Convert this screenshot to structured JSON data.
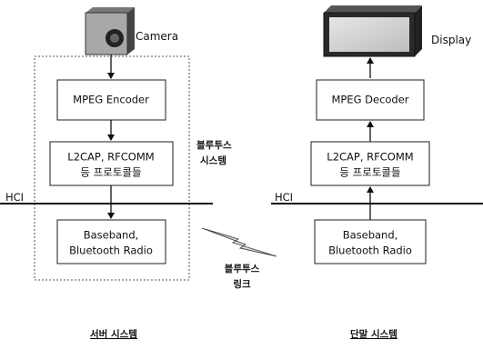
{
  "server": {
    "camera_label": "Camera",
    "encoder_label": "MPEG Encoder",
    "protocol_line1": "L2CAP, RFCOMM",
    "protocol_line2": "등 프로토콜들",
    "baseband_line1": "Baseband,",
    "baseband_line2": "Bluetooth Radio",
    "hci_label": "HCI",
    "system_caption": "서버 시스템",
    "bluetooth_system_line1": "블루투스",
    "bluetooth_system_line2": "시스템"
  },
  "terminal": {
    "display_label": "Display",
    "decoder_label": "MPEG Decoder",
    "protocol_line1": "L2CAP, RFCOMM",
    "protocol_line2": "등 프로토콜들",
    "baseband_line1": "Baseband,",
    "baseband_line2": "Bluetooth Radio",
    "hci_label": "HCI",
    "system_caption": "단말 시스템"
  },
  "link": {
    "line1": "블루투스",
    "line2": "링크"
  },
  "icons": {
    "camera": "camera-icon",
    "display": "display-icon",
    "link": "lightning-bolt-icon"
  }
}
